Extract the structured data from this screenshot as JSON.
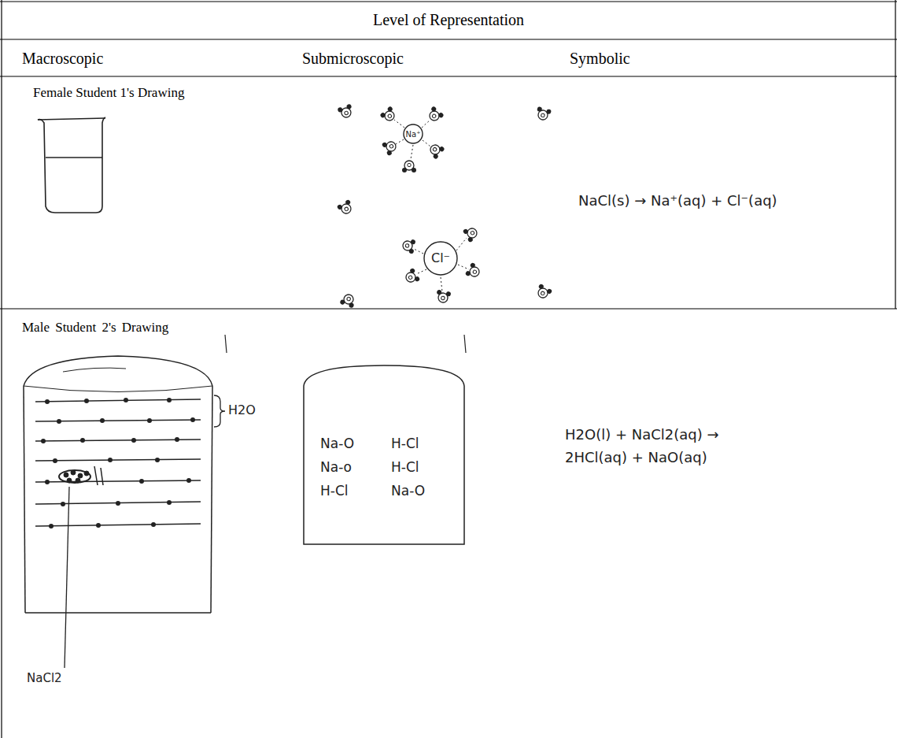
{
  "diagram": {
    "nodes": [
      {
        "text": [
          "Na⁺"
        ]
      },
      {
        "text": [
          "Cl⁻"
        ]
      },
      {
        "text": [
          "Na-O",
          "H-Cl",
          "Na-o",
          "H-Cl",
          "H-Cl",
          "Na-O"
        ]
      }
    ],
    "labels": [
      "Level of Representation",
      "Macroscopic",
      "Submicroscopic",
      "Symbolic",
      "Female Student 1's Drawing",
      "NaCl(s) → Na⁺(aq) + Cl⁻(aq)",
      "Male Student 2's Drawing",
      "H2O",
      "NaCl2",
      "H2O(l) + NaCl2(aq) → 2HCl(aq) + NaO(aq)"
    ]
  }
}
